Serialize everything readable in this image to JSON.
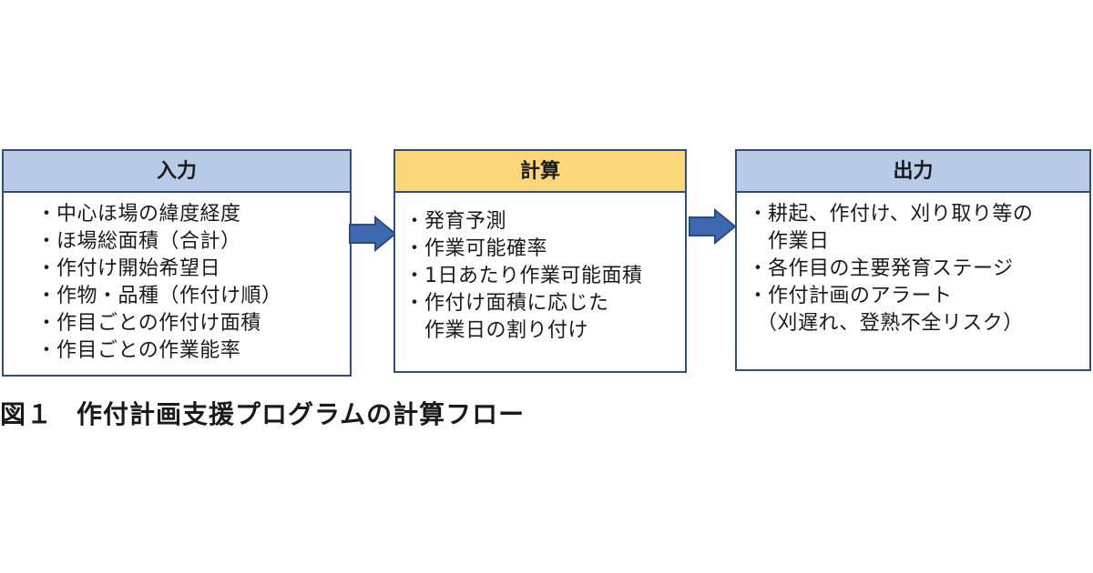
{
  "boxes": {
    "input": {
      "title": "入力",
      "items": [
        "中心ほ場の緯度経度",
        "ほ場総面積（合計）",
        "作付け開始希望日",
        "作物・品種（作付け順）",
        "作目ごとの作付け面積",
        "作目ごとの作業能率"
      ]
    },
    "calc": {
      "title": "計算",
      "items": [
        "発育予測",
        "作業可能確率",
        "1日あたり作業可能面積",
        "作付け面積に応じた",
        "作業日の割り付け"
      ]
    },
    "output": {
      "title": "出力",
      "items": [
        "耕起、作付け、刈り取り等の",
        "作業日",
        "各作目の主要発育ステージ",
        "作付計画のアラート",
        "（刈遅れ、登熟不全リスク）"
      ]
    }
  },
  "caption": {
    "number": "図１",
    "text": "作付計画支援プログラムの計算フロー"
  },
  "colors": {
    "border": "#2f4e7c",
    "header_blue": "#b7cbe8",
    "header_yellow": "#fbd77a",
    "arrow": "#3e68b0"
  },
  "icons": {
    "arrow": "right-arrow-icon"
  }
}
